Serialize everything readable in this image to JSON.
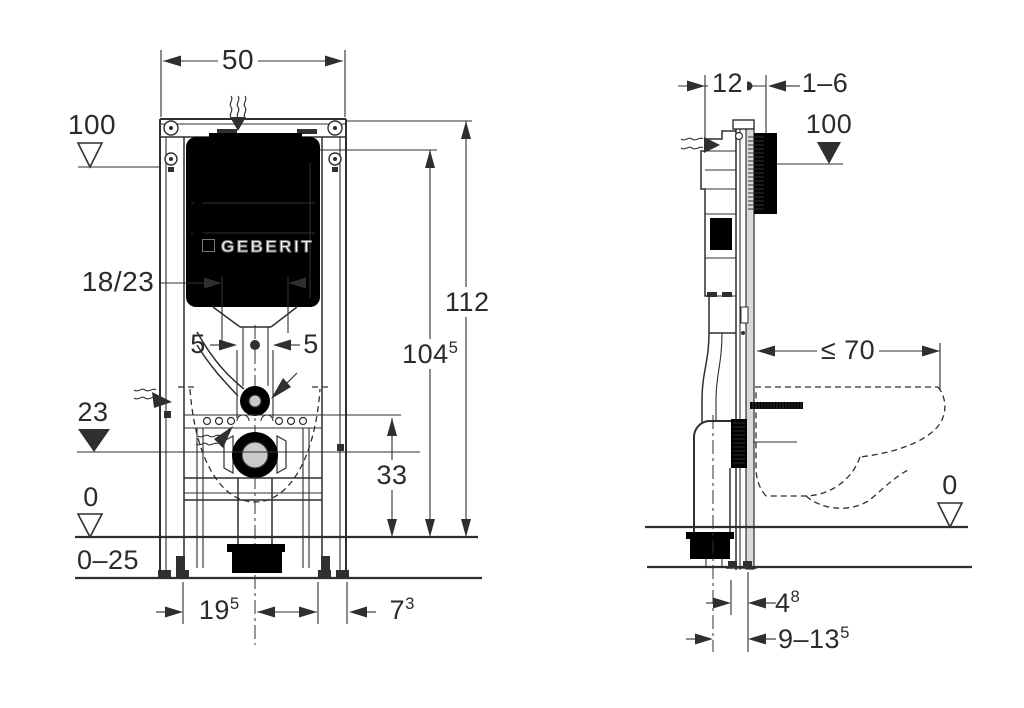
{
  "brand": "GEBERIT",
  "front_view": {
    "frame_width": "50",
    "cistern_level": "100",
    "flush_pipe_label": "18/23",
    "offset_left": "5",
    "offset_right": "5",
    "outlet_level": "23",
    "floor_level": "0",
    "floor_buildup_range": "0–25",
    "total_height": "112",
    "actuation_height": {
      "base": "104",
      "sup": "5"
    },
    "fixing_height": "33",
    "center_to_left": {
      "base": "19",
      "sup": "5"
    },
    "frame_side": {
      "base": "7",
      "sup": "3"
    }
  },
  "side_view": {
    "frame_depth": "12",
    "wall_finish_range": "1–6",
    "cistern_level": "100",
    "pan_depth_max": "≤ 70",
    "floor_level": "0",
    "outlet_to_wall": {
      "base": "4",
      "sup": "8"
    },
    "outlet_distance_range": {
      "base": "9–13",
      "sup": "5"
    }
  }
}
